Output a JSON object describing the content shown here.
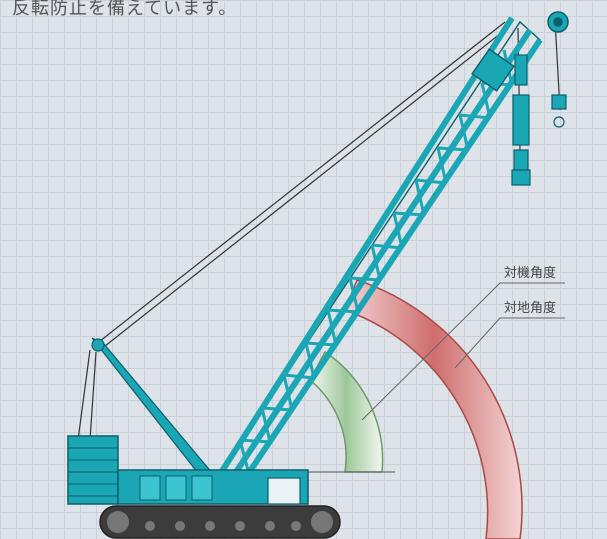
{
  "caption": "反転防止を備えています。",
  "labels": {
    "machine_angle": "対機角度",
    "ground_angle": "対地角度"
  },
  "colors": {
    "crane": "#1aa6b5",
    "crane_dark": "#0d5f6a",
    "ground_angle_arc": "#c75e5e",
    "machine_angle_arc": "#7fb07f",
    "background": "#dde3e8"
  }
}
